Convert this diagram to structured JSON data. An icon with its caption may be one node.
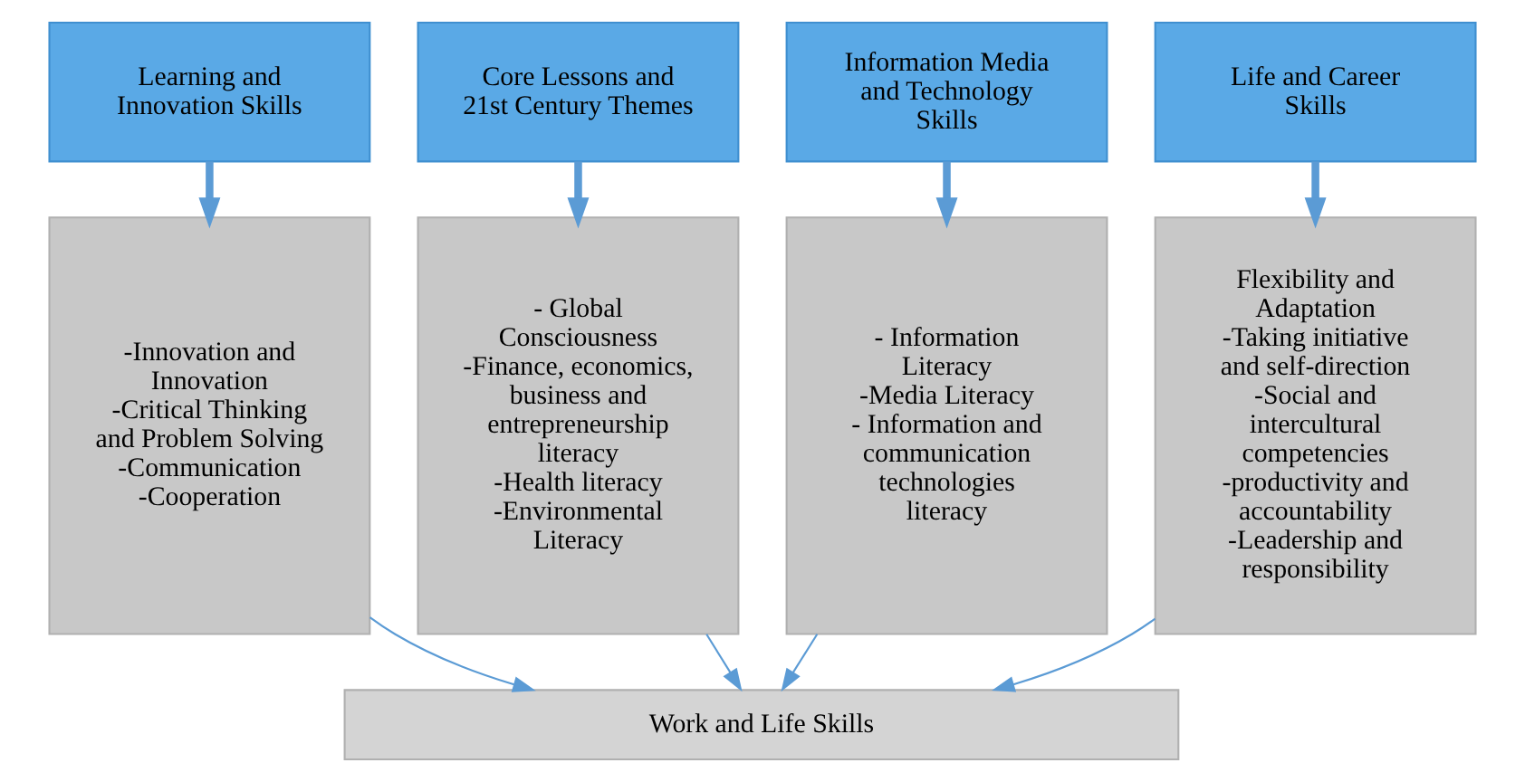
{
  "diagram": {
    "nodes": [
      {
        "text": [
          "Learning and Innovation Skills"
        ]
      },
      {
        "text": [
          "Core Lessons and 21st Century Themes"
        ]
      },
      {
        "text": [
          "Information Media and Technology Skills"
        ]
      },
      {
        "text": [
          "Life and Career Skills"
        ]
      },
      {
        "text": [
          "-Innovation and Innovation",
          "-Critical Thinking and Problem Solving",
          "-Communication",
          "-Cooperation"
        ]
      },
      {
        "text": [
          "- Global Consciousness",
          "-Finance, economics, business and entrepreneurship literacy",
          "-Health literacy",
          "-Environmental Literacy"
        ]
      },
      {
        "text": [
          "- Information Literacy",
          "-Media Literacy",
          "- Information and communication technologies literacy"
        ]
      },
      {
        "text": [
          "Flexibility and Adaptation",
          "-Taking initiative and self-direction",
          "-Social and intercultural competencies",
          "-productivity and accountability",
          "-Leadership and responsibility"
        ]
      },
      {
        "text": [
          "Work and Life Skills"
        ]
      }
    ],
    "edges": [
      {
        "from": 0,
        "to": 4,
        "arrow": "to",
        "style": "thick"
      },
      {
        "from": 1,
        "to": 5,
        "arrow": "to",
        "style": "thick"
      },
      {
        "from": 2,
        "to": 6,
        "arrow": "to",
        "style": "thick"
      },
      {
        "from": 3,
        "to": 7,
        "arrow": "to",
        "style": "thick"
      },
      {
        "from": 4,
        "to": 8,
        "arrow": "to"
      },
      {
        "from": 5,
        "to": 8,
        "arrow": "to"
      },
      {
        "from": 6,
        "to": 8,
        "arrow": "to"
      },
      {
        "from": 7,
        "to": 8,
        "arrow": "to"
      }
    ]
  }
}
